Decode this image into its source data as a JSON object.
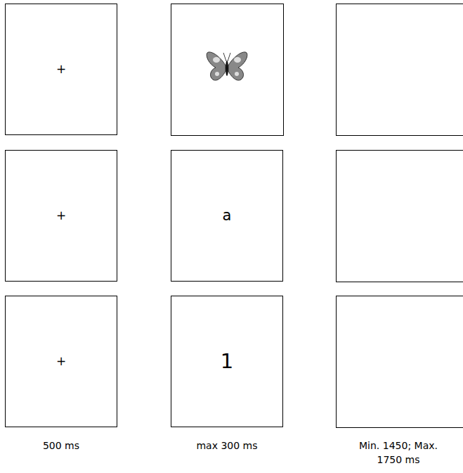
{
  "diagram": {
    "nodes": [
      {
        "text": [
          "+"
        ]
      },
      {
        "text": [
          "+"
        ]
      },
      {
        "text": [
          "a"
        ]
      },
      {
        "text": [
          "+"
        ]
      },
      {
        "text": [
          "1"
        ]
      }
    ],
    "labels": [
      "500 ms",
      "max 300 ms",
      "Min. 1450; Max. 1750 ms"
    ]
  }
}
